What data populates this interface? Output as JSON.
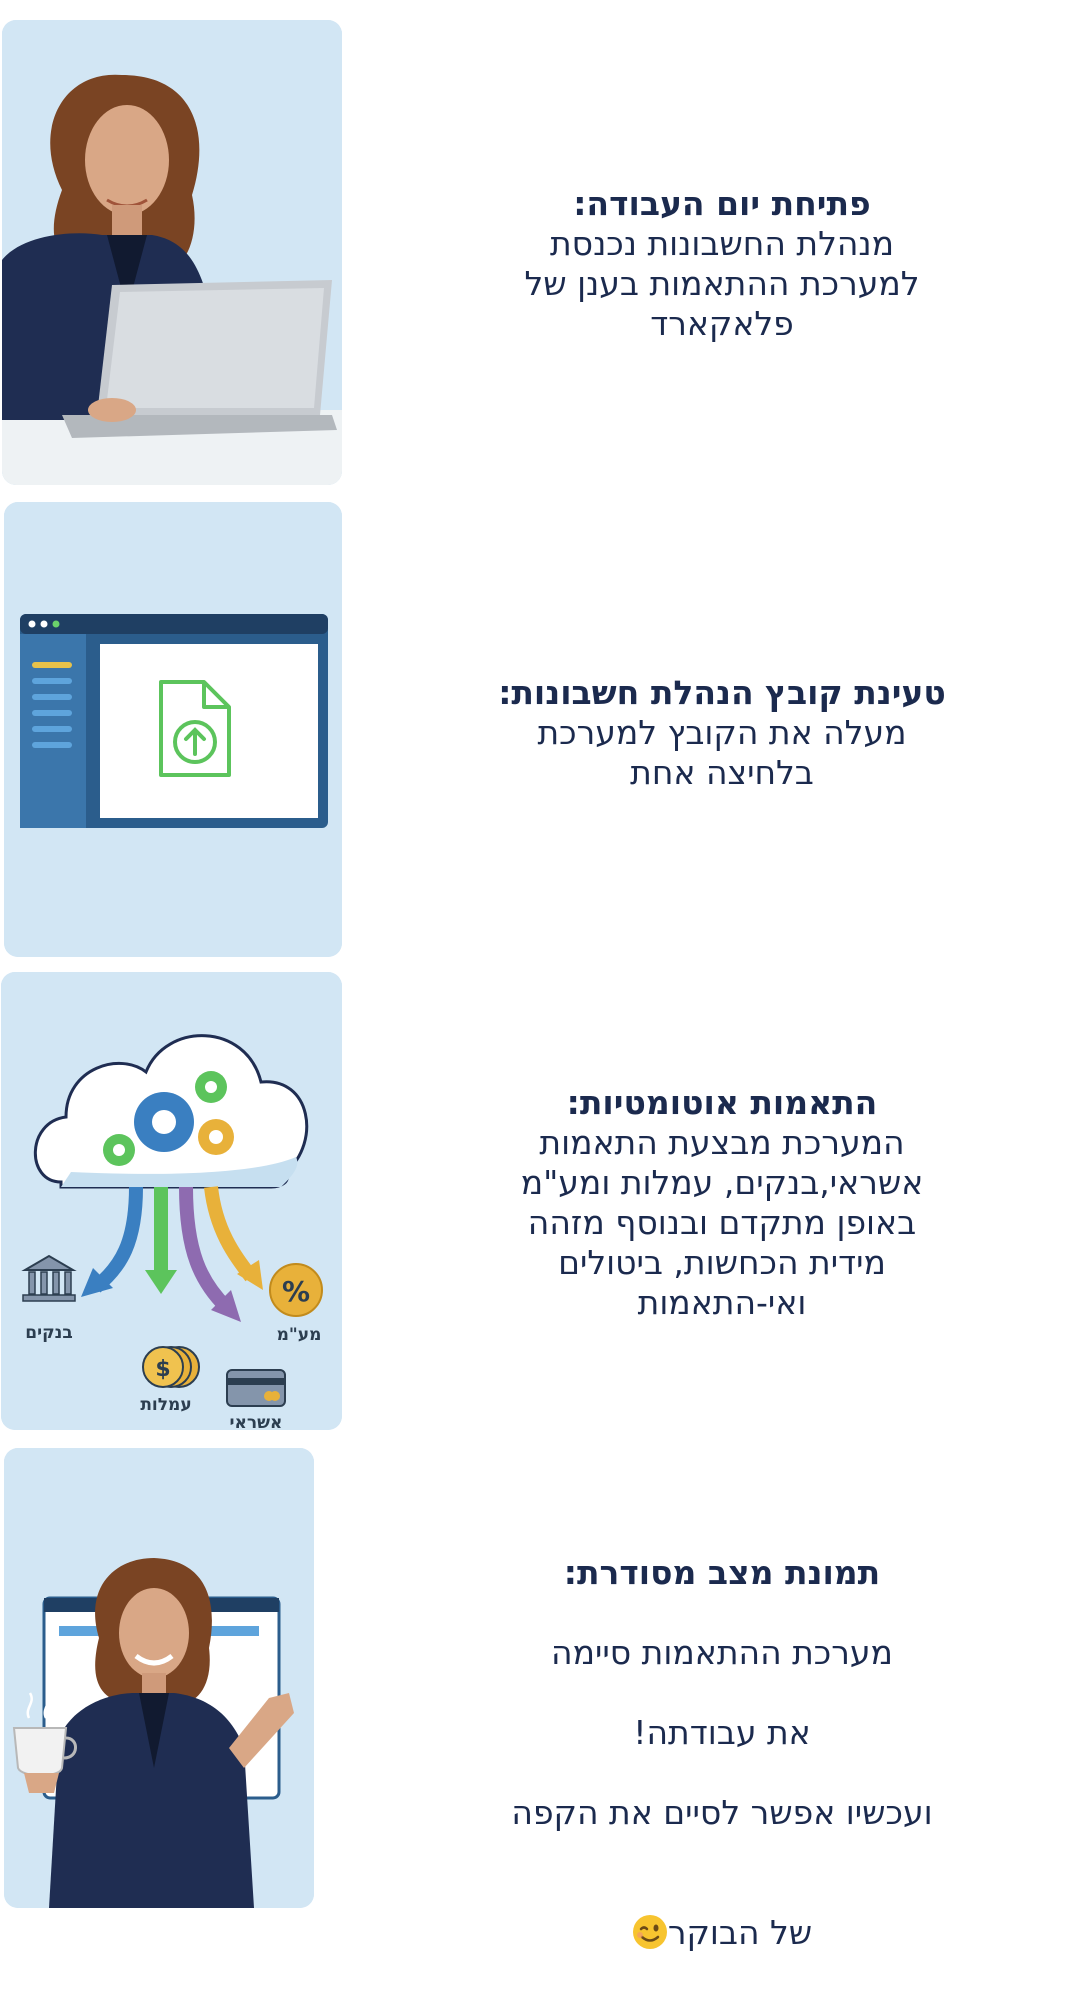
{
  "steps": [
    {
      "title": "פתיחת יום העבודה:",
      "body": "מנהלת החשבונות נכנסת\nלמערכת ההתאמות בענן של\nפלאקארד",
      "image": "woman-with-laptop"
    },
    {
      "title": "טעינת קובץ הנהלת חשבונות:",
      "body": "מעלה את הקובץ למערכת\nבלחיצה אחת",
      "image": "file-upload-window"
    },
    {
      "title": "התאמות אוטומטיות:",
      "body": "המערכת מבצעת התאמות\nאשראי,בנקים, עמלות ומע\"מ\nבאופן מתקדם ובנוסף מזהה\nמידית הכחשות, ביטולים\nואי-התאמות",
      "image": "cloud-reconciliation",
      "diagram_labels": {
        "banks": "בנקים",
        "vat": "מע\"מ",
        "fees": "עמלות",
        "credit": "אשראי"
      }
    },
    {
      "title": "תמונת מצב מסודרת:",
      "body_lines": [
        "מערכת ההתאמות סיימה",
        "את עבודתה!",
        "ועכשיו אפשר לסיים את הקפה",
        "של הבוקר"
      ],
      "emoji": "winking-face-icon",
      "image": "woman-with-coffee"
    }
  ],
  "colors": {
    "card_bg": "#d2e6f4",
    "text": "#1b2a4e",
    "navy": "#1d3557",
    "green": "#5cc45c",
    "blue": "#3a7fc1",
    "orange": "#e8b13a",
    "purple": "#8e6bb0"
  }
}
